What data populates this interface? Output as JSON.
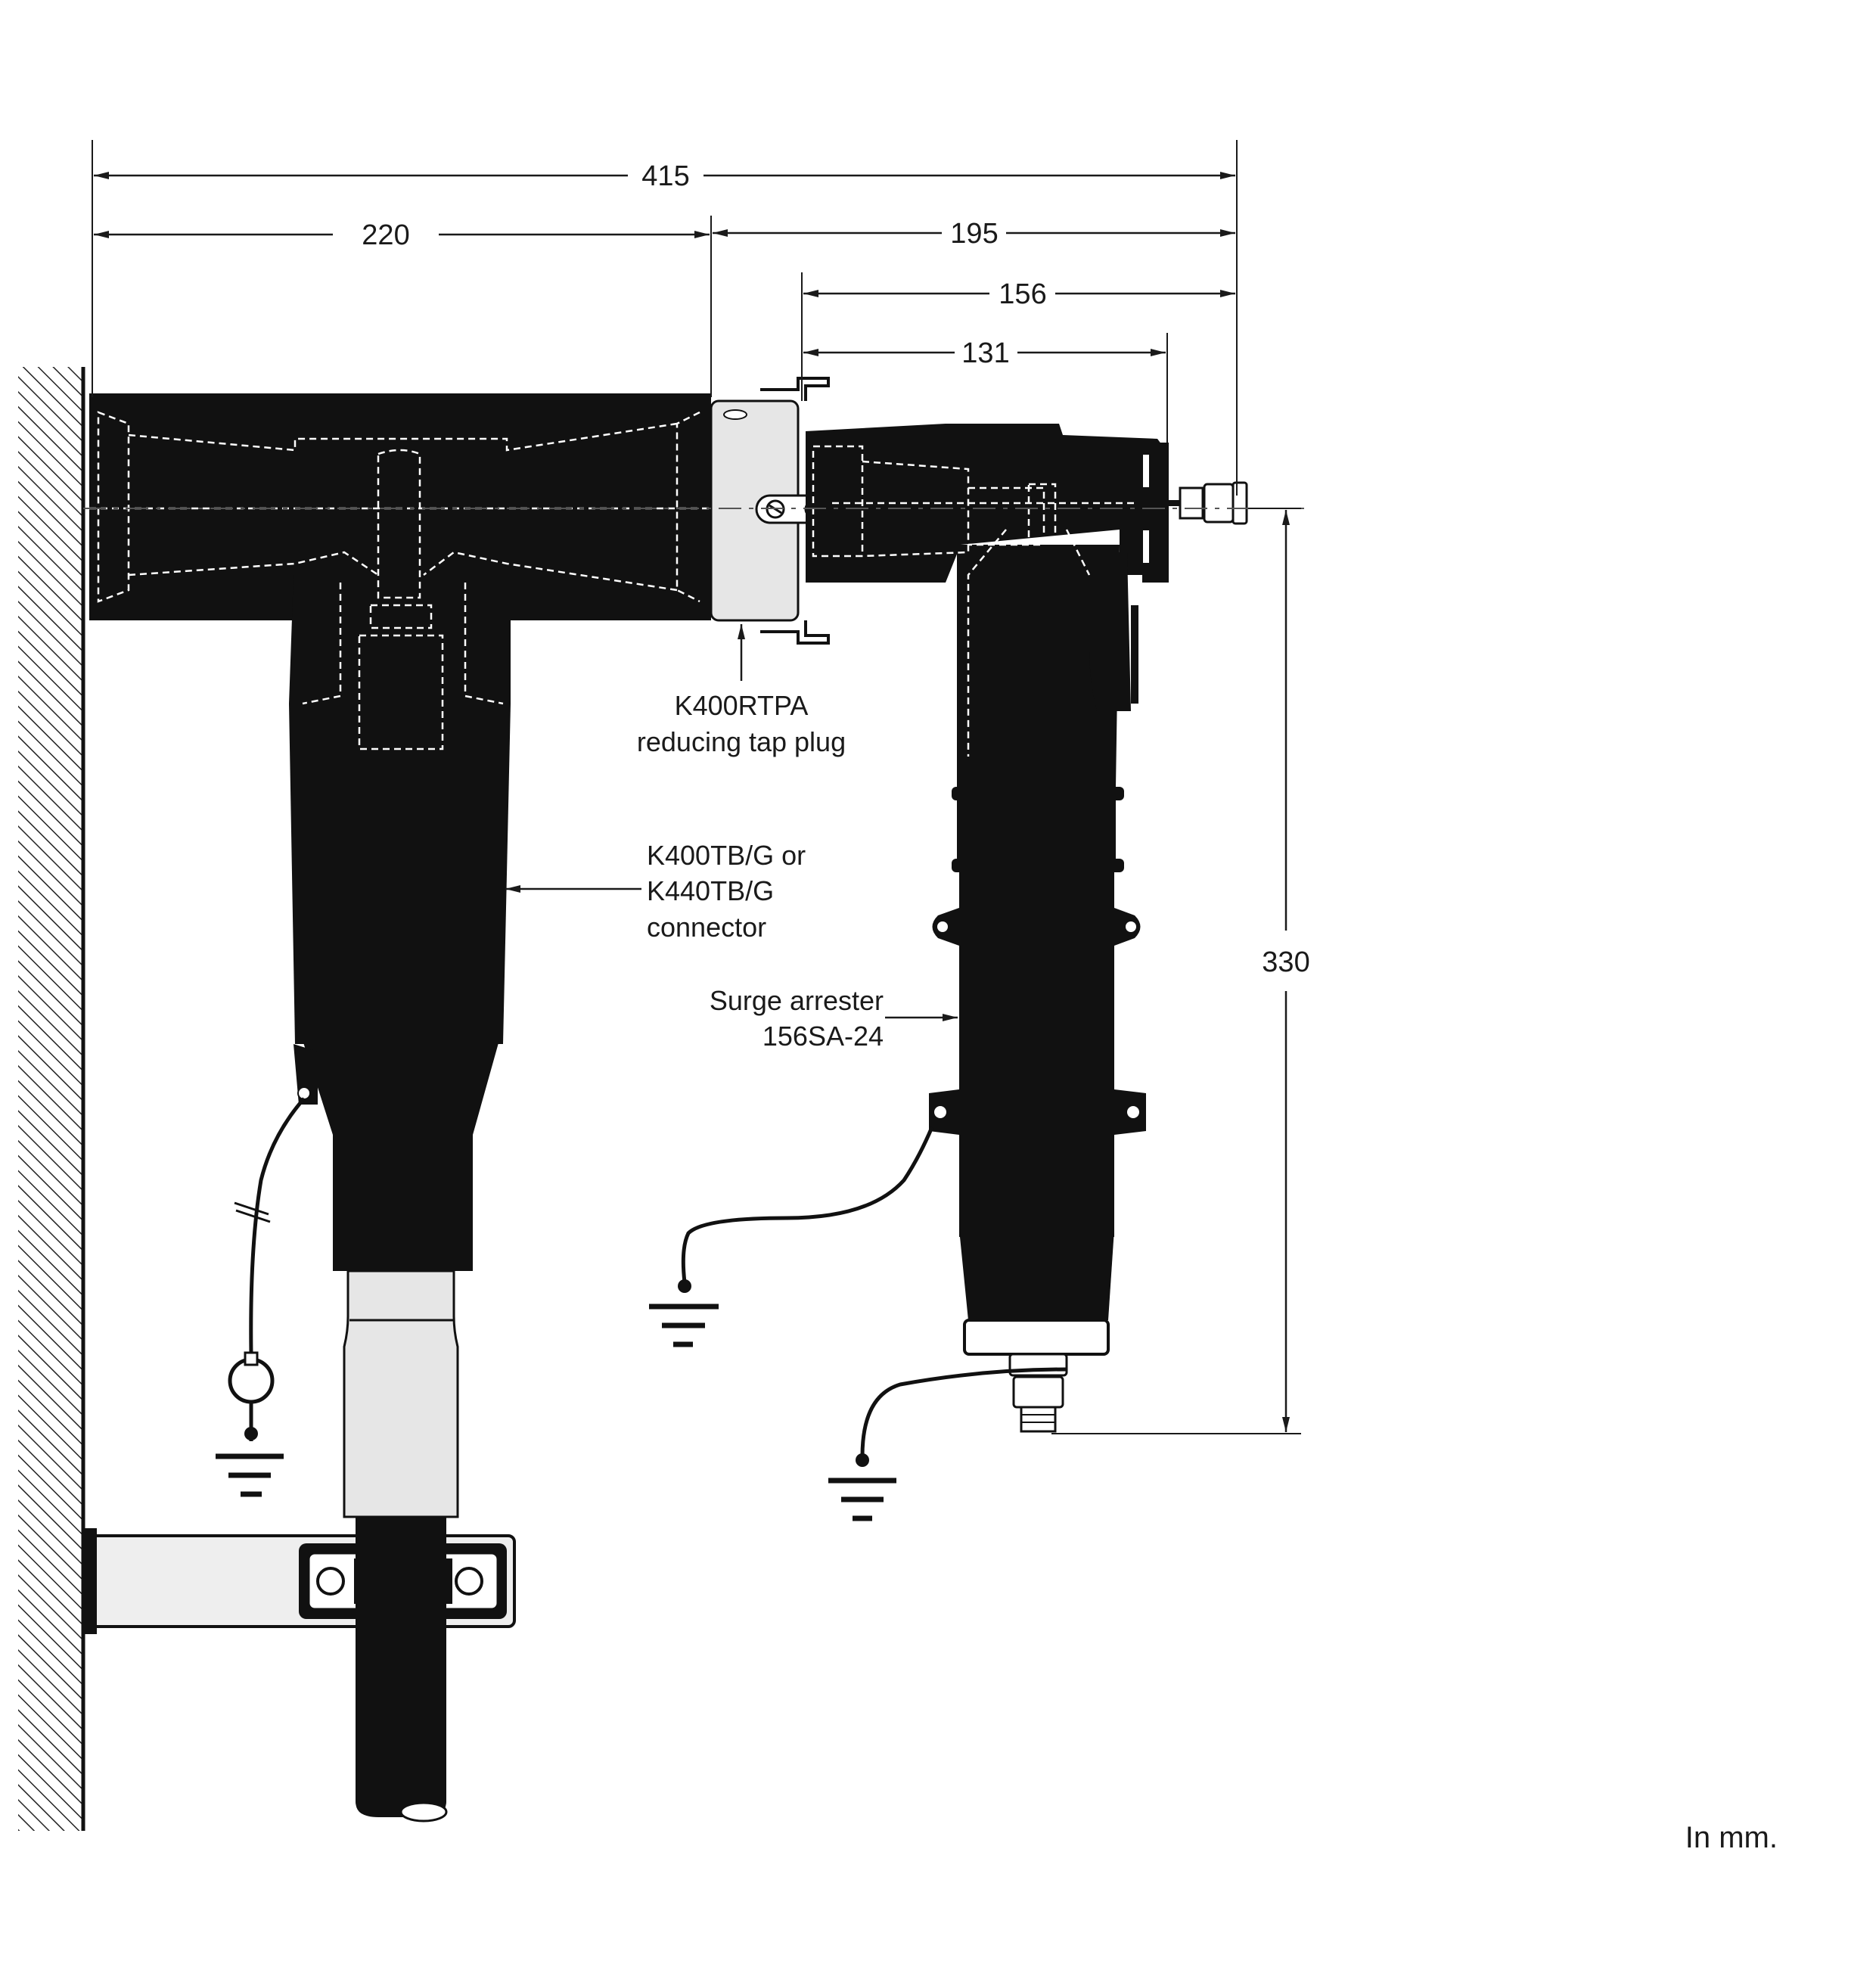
{
  "dimensions": {
    "overall_width": "415",
    "connector_width": "220",
    "arrester_offset": "195",
    "arrester_body_offset": "156",
    "arrester_flange_offset": "131",
    "arrester_height": "330"
  },
  "callouts": {
    "tap_plug": {
      "line1": "K400RTPA",
      "line2": "reducing tap plug"
    },
    "connector": {
      "line1": "K400TB/G or",
      "line2": "K440TB/G",
      "line3": "connector"
    },
    "surge_arrester": {
      "line1": "Surge arrester",
      "line2": "156SA-24"
    }
  },
  "units_note": "In mm.",
  "colors": {
    "body": "#111111",
    "light_parts": "#e6e6e6",
    "lines": "#1a1a1a",
    "background": "#ffffff"
  }
}
